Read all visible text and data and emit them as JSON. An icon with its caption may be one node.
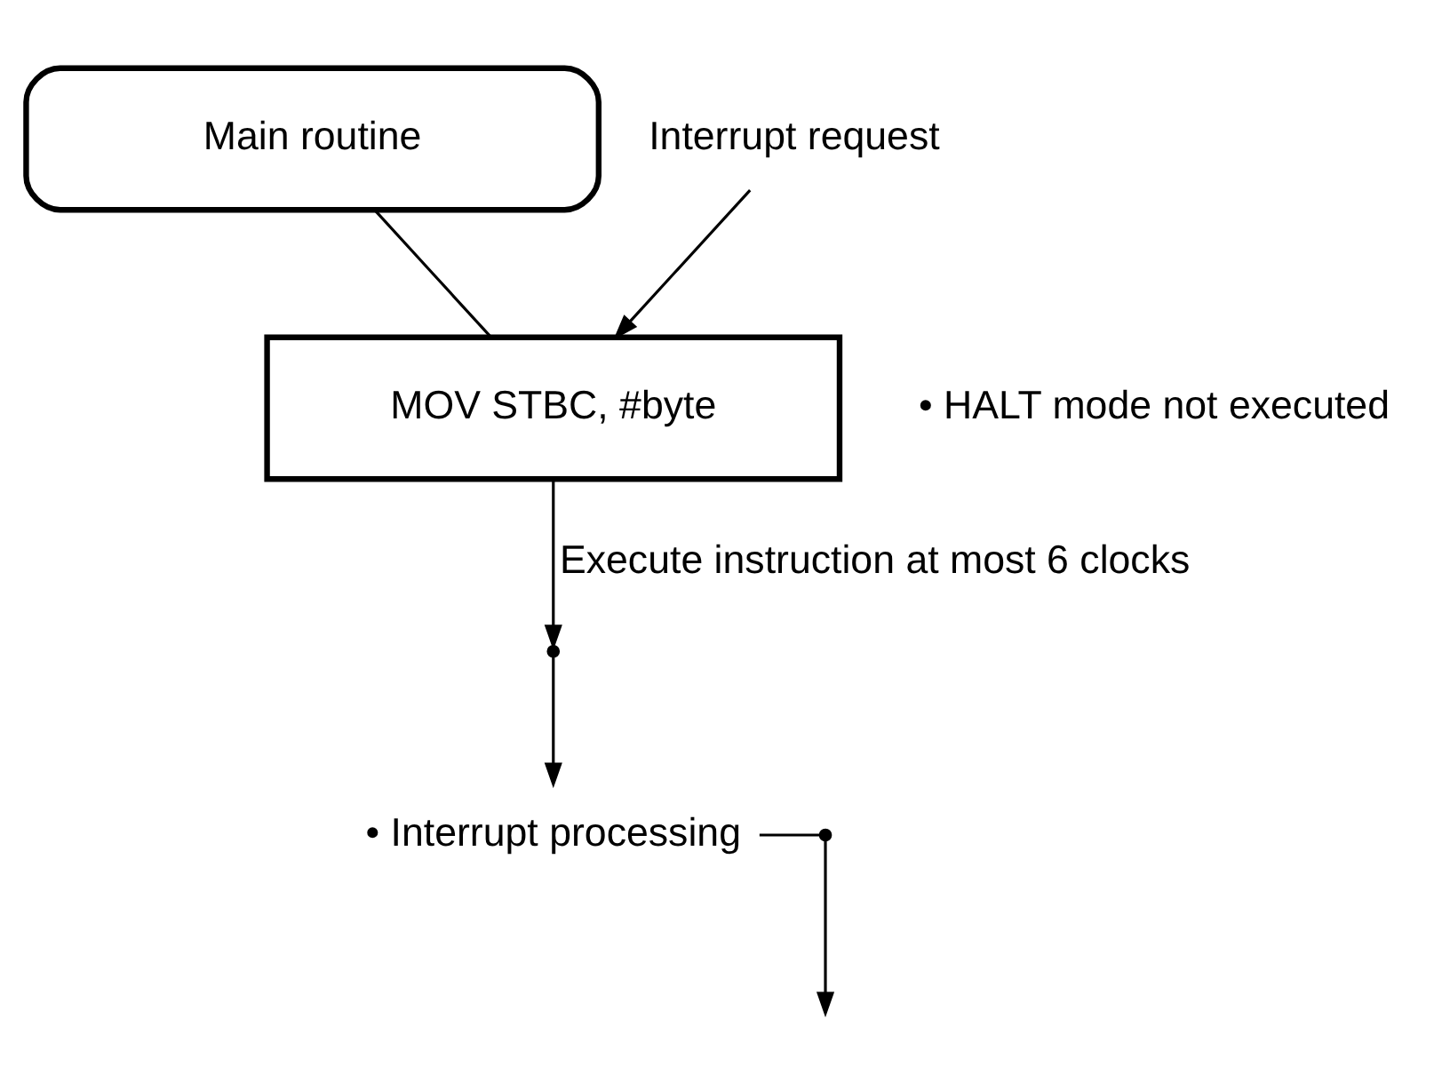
{
  "diagram": {
    "nodes": [
      {
        "text": [
          "Main routine"
        ]
      },
      {
        "text": [
          "MOV STBC, #byte"
        ],
        "beside": [
          "• HALT mode not executed"
        ]
      },
      {
        "text": [
          "Interrupt request"
        ]
      },
      {
        "text": [],
        "shape": "point"
      },
      {
        "text": [
          "• Interrupt processing"
        ]
      },
      {
        "text": [],
        "shape": "point"
      }
    ],
    "edges": [
      {
        "from": 0,
        "to": 1,
        "arrow": "none"
      },
      {
        "from": 2,
        "to": 1,
        "arrow": "to"
      },
      {
        "from": 1,
        "to": 3,
        "arrow": "to",
        "label": "Execute instruction at most 6 clocks"
      },
      {
        "from": 3,
        "to": 4,
        "arrow": "to"
      },
      {
        "from": 4,
        "to": 5,
        "arrow": "none"
      },
      {
        "from": 5,
        "to": null,
        "arrow": "to"
      }
    ]
  }
}
